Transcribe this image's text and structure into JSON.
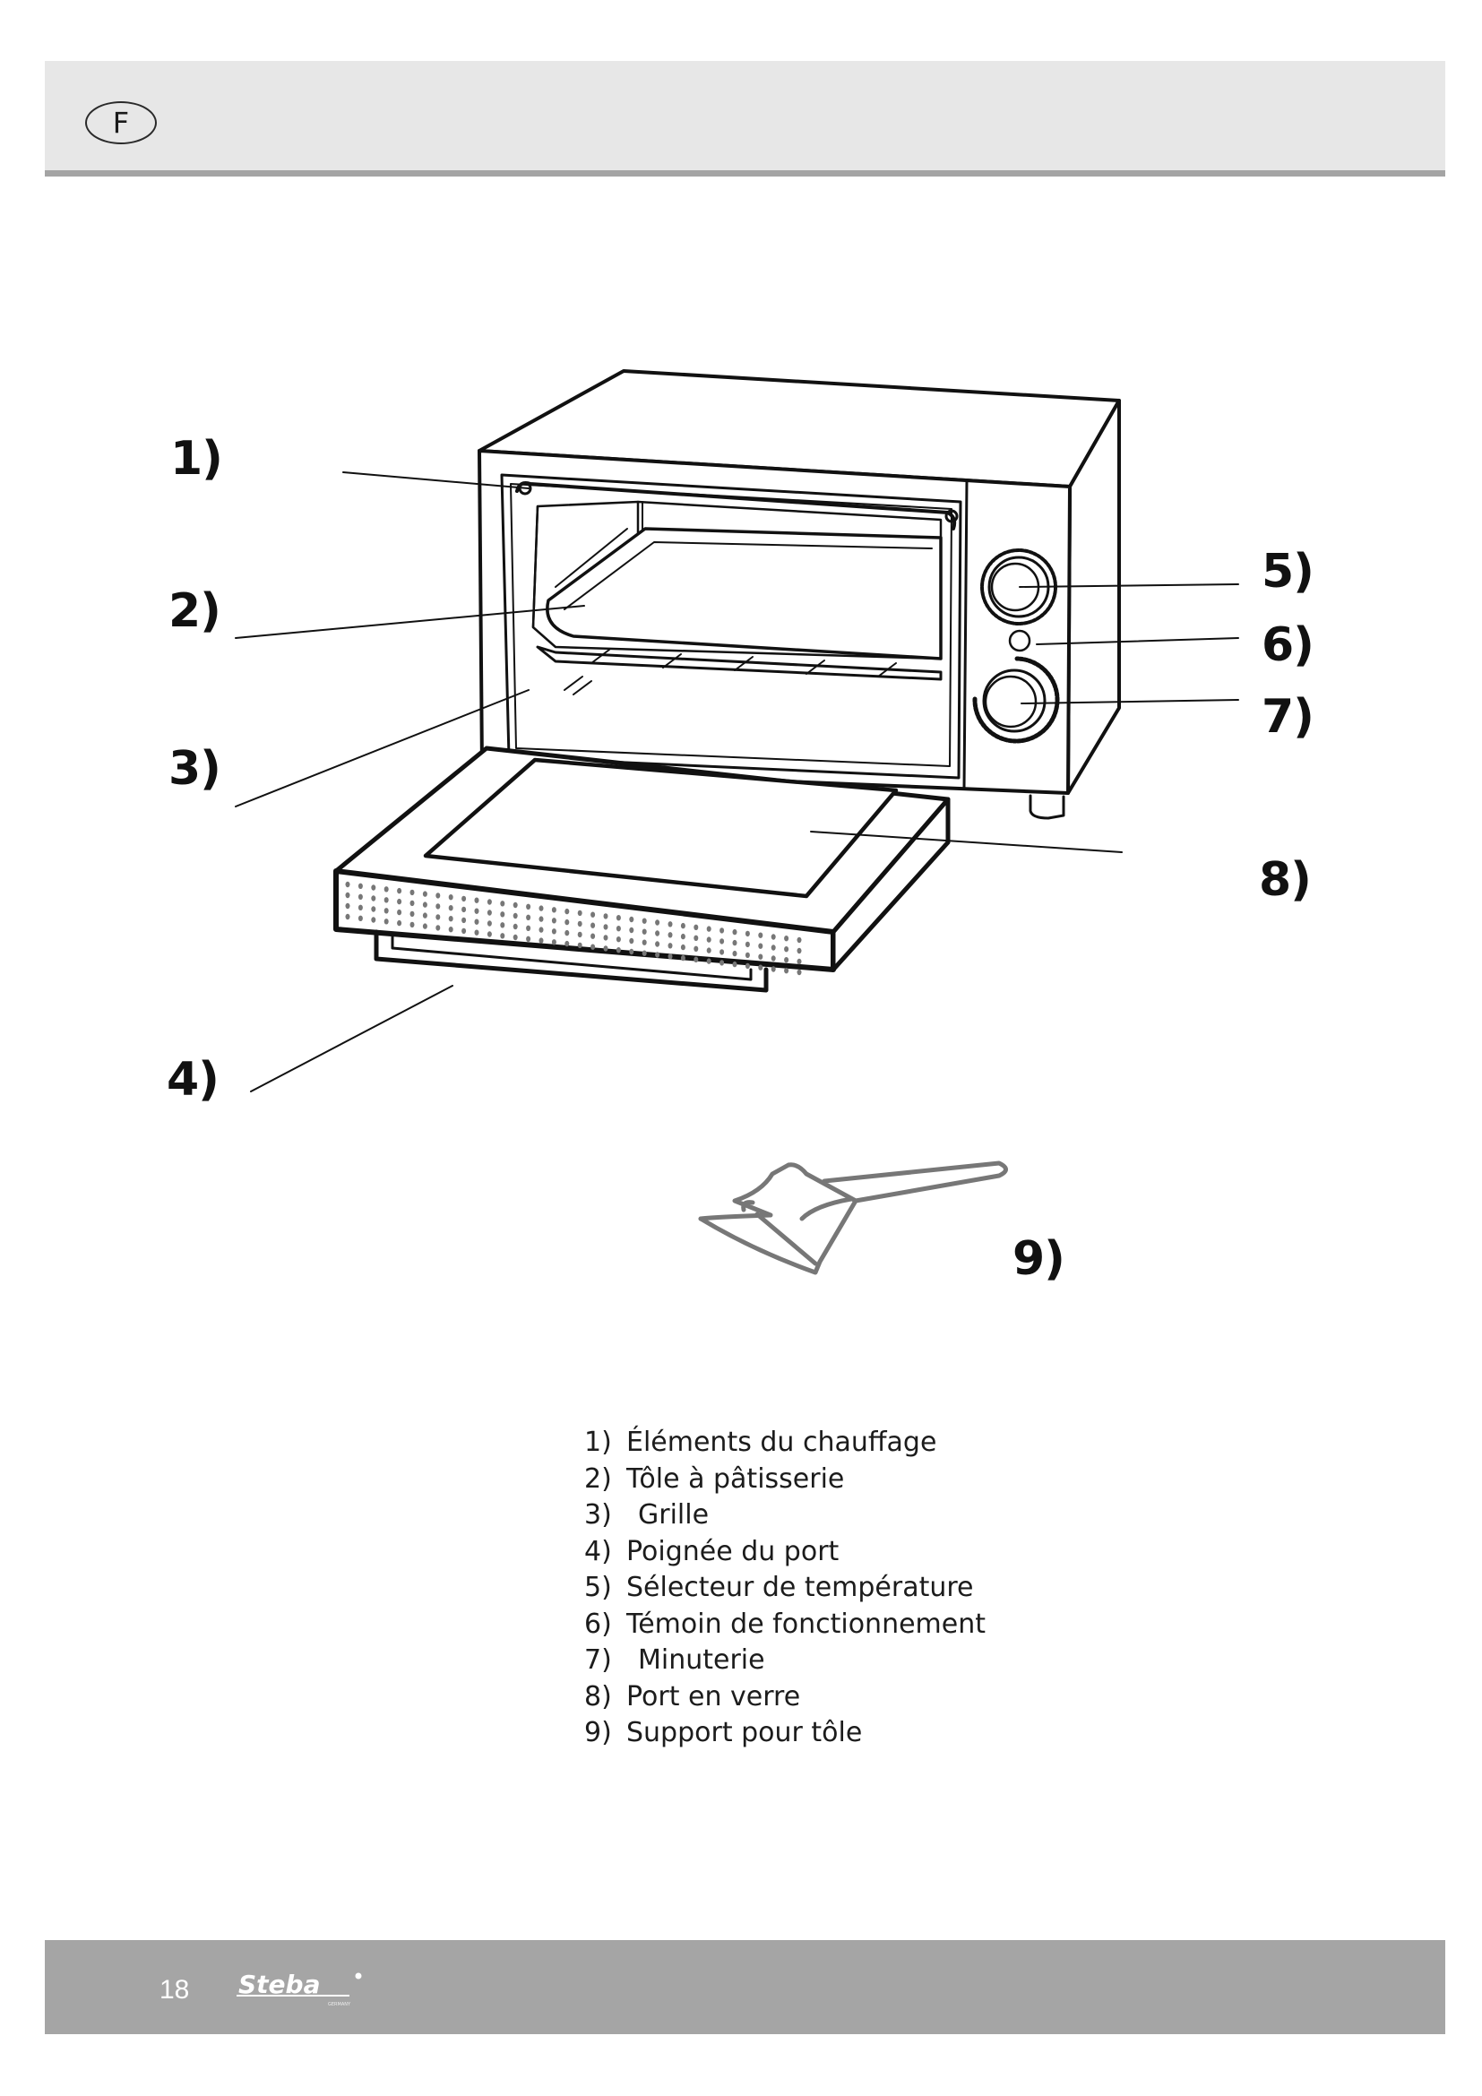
{
  "header": {
    "language_badge": "F",
    "colors": {
      "band": "#e7e7e7",
      "rule": "#a4a4a4"
    }
  },
  "figure": {
    "callouts": [
      "1)",
      "2)",
      "3)",
      "4)",
      "5)",
      "6)",
      "7)",
      "8)",
      "9)"
    ]
  },
  "legend": {
    "items": [
      {
        "number": "1)",
        "label": "Éléments du chauffage"
      },
      {
        "number": "2)",
        "label": "Tôle à pâtisserie"
      },
      {
        "number": "3)",
        "label": "Grille"
      },
      {
        "number": "4)",
        "label": "Poignée du port"
      },
      {
        "number": "5)",
        "label": "Sélecteur de température"
      },
      {
        "number": "6)",
        "label": "Témoin de fonctionnement"
      },
      {
        "number": "7)",
        "label": "Minuterie"
      },
      {
        "number": "8)",
        "label": "Port en verre"
      },
      {
        "number": "9)",
        "label": "Support pour tôle"
      }
    ]
  },
  "footer": {
    "page_number": "18",
    "brand": "Steba",
    "brand_tagline": "GERMANY",
    "colors": {
      "band": "#a5a5a5",
      "text": "#ffffff"
    }
  }
}
